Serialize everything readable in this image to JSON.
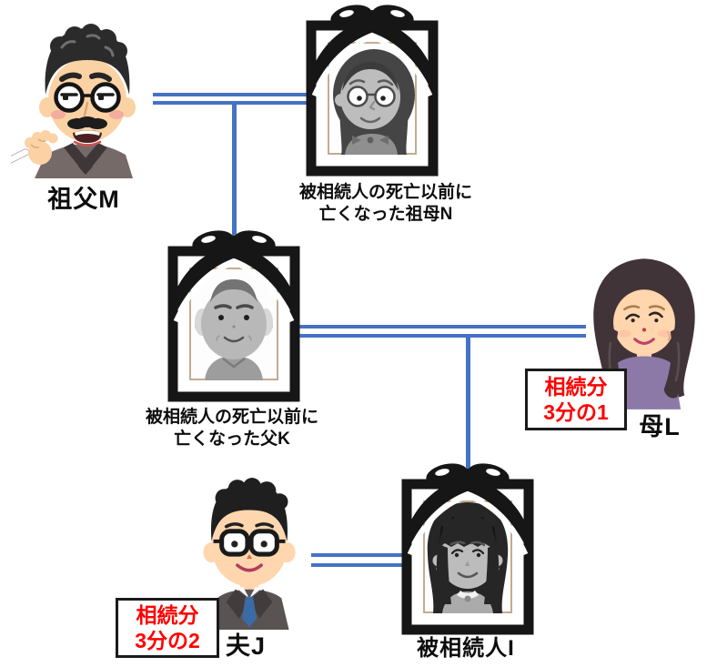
{
  "colors": {
    "line_blue": "#4472c4",
    "share_red": "#ff0000",
    "frame_black": "#161616"
  },
  "people": {
    "grandfather": {
      "label": "祖父M"
    },
    "grandmother": {
      "caption": [
        "被相続人の死亡以前に",
        "亡くなった祖母N"
      ]
    },
    "father": {
      "caption": [
        "被相続人の死亡以前に",
        "亡くなった父K"
      ]
    },
    "mother": {
      "label": "母L",
      "share": [
        "相続分",
        "3分の1"
      ]
    },
    "husband": {
      "label": "夫J",
      "share": [
        "相続分",
        "3分の2"
      ]
    },
    "decedent": {
      "label": "被相続人I"
    }
  }
}
